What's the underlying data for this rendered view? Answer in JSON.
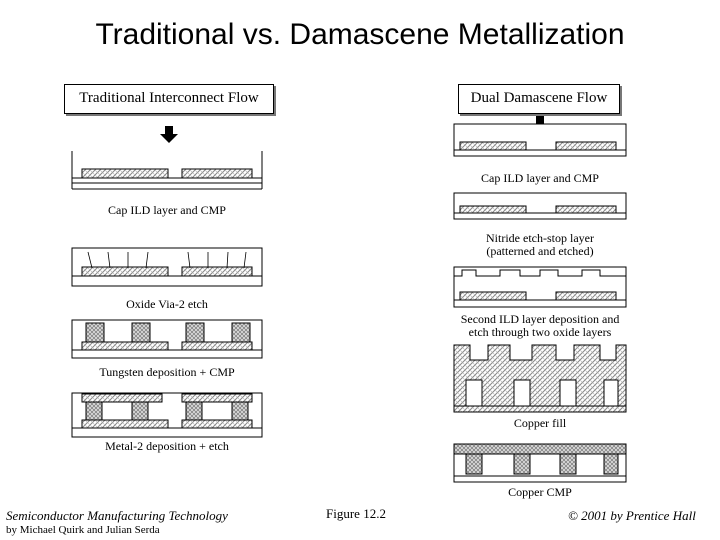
{
  "header": {
    "title": "Traditional vs. Damascene Metallization"
  },
  "left_column": {
    "heading": "Traditional Interconnect Flow",
    "steps": [
      {
        "label": "Cap ILD layer and CMP"
      },
      {
        "label": "Oxide Via-2 etch"
      },
      {
        "label": "Tungsten deposition + CMP"
      },
      {
        "label": "Metal-2 deposition + etch"
      }
    ]
  },
  "right_column": {
    "heading": "Dual Damascene Flow",
    "steps": [
      {
        "label": "Cap ILD layer and CMP"
      },
      {
        "label": "Nitride etch-stop layer",
        "label2": "(patterned and etched)"
      },
      {
        "label": "Second ILD layer deposition and",
        "label2": "etch through two oxide layers"
      },
      {
        "label": "Copper fill"
      },
      {
        "label": "Copper CMP"
      }
    ]
  },
  "footer": {
    "book_title": "Semiconductor Manufacturing Technology",
    "authors": "by Michael Quirk and Julian Serda",
    "figure": "Figure 12.2",
    "copyright": "© 2001 by Prentice Hall"
  },
  "colors": {
    "ink": "#000000",
    "hatch": "#888888",
    "box_shadow": "#777777"
  }
}
